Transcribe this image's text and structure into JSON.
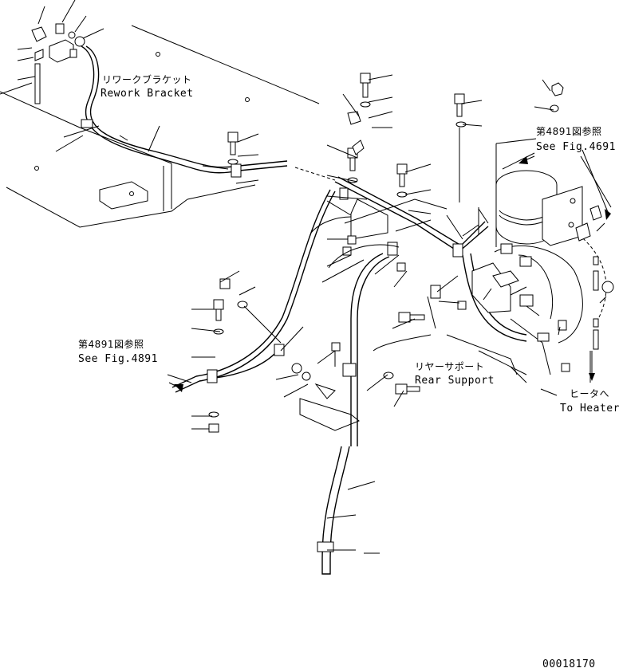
{
  "labels": {
    "rework_bracket_jp": "リワークブラケット",
    "rework_bracket_en": "Rework Bracket",
    "ref_right_jp": "第4891図参照",
    "ref_right_en": "See Fig.4691",
    "ref_left_jp": "第4891図参照",
    "ref_left_en": "See Fig.4891",
    "rear_support_jp": "リヤーサポート",
    "rear_support_en": "Rear Support",
    "to_heater_jp": "ヒータへ",
    "to_heater_en": "To Heater",
    "drawing_number": "00018170"
  }
}
